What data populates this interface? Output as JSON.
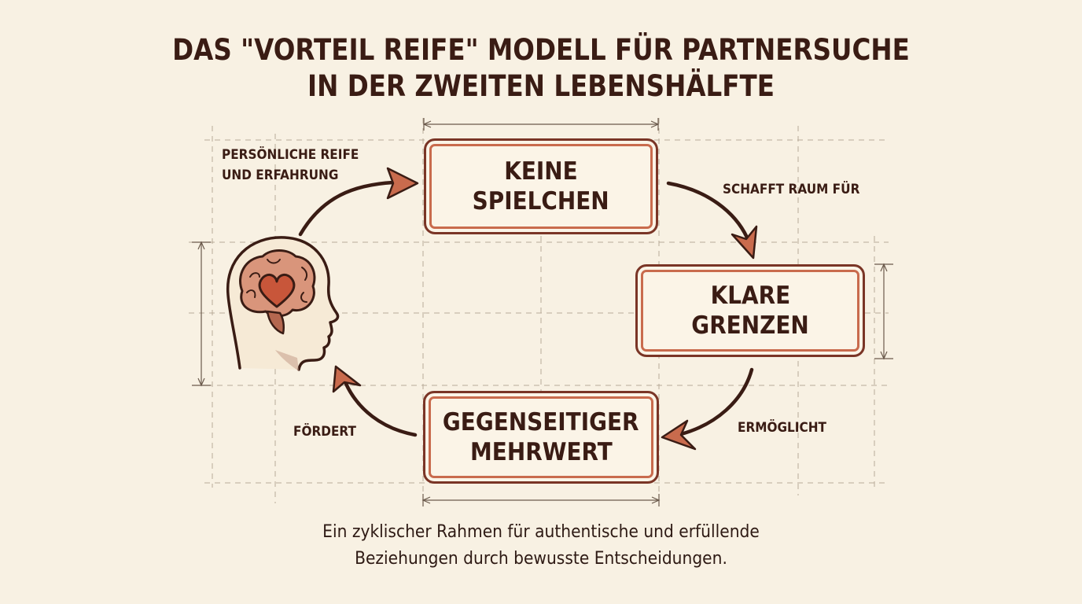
{
  "title": {
    "line1": "DAS \"VORTEIL REIFE\" MODELL FÜR PARTNERSUCHE",
    "line2": "IN DER ZWEITEN LEBENSHÄLFTE"
  },
  "nodes": {
    "keine_spielchen": {
      "line1": "KEINE",
      "line2": "SPIELCHEN"
    },
    "klare_grenzen": {
      "line1": "KLARE",
      "line2": "GRENZEN"
    },
    "gegenseitiger_mehrwert": {
      "line1": "GEGENSEITIGER",
      "line2": "MEHRWERT"
    }
  },
  "edge_labels": {
    "reife_line1": "PERSÖNLICHE REIFE",
    "reife_line2": "UND ERFAHRUNG",
    "schafft": "SCHAFFT RAUM FÜR",
    "ermoglicht": "ERMÖGLICHT",
    "fordert": "FÖRDERT"
  },
  "caption": {
    "line1": "Ein zyklischer Rahmen für authentische und erfüllende",
    "line2": "Beziehungen durch bewusste Entscheidungen."
  },
  "icons": {
    "head": "head-brain-heart-icon"
  },
  "colors": {
    "background": "#f8f1e3",
    "ink": "#3a1c14",
    "box_border": "#7a3526",
    "box_accent": "#c96b4d",
    "arrow": "#3a1c14",
    "arrow_head": "#c96b4d",
    "guide": "#b8aa98"
  }
}
